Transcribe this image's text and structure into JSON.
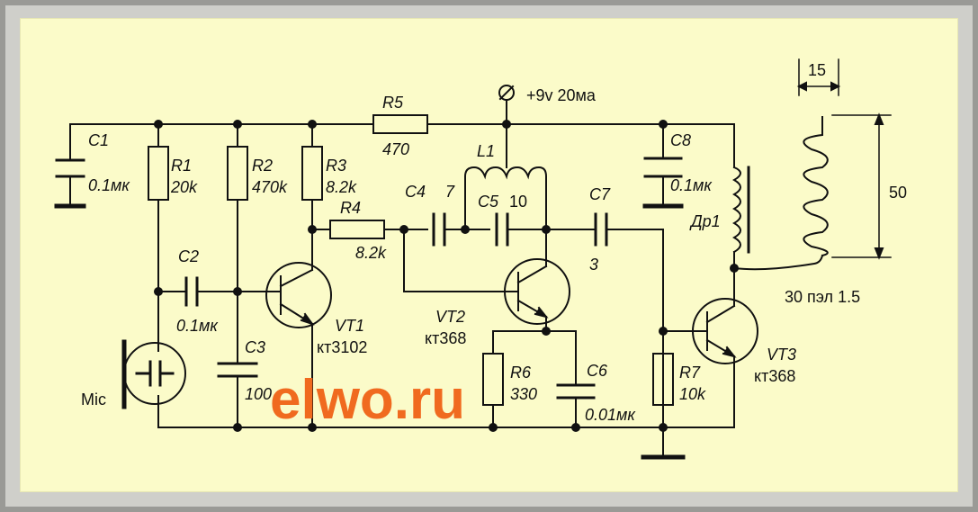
{
  "supply": "+9v 20ма",
  "watermark": "elwo.ru",
  "components": {
    "C1": {
      "name": "C1",
      "value": "0.1мк"
    },
    "R1": {
      "name": "R1",
      "value": "20k"
    },
    "R2": {
      "name": "R2",
      "value": "470k"
    },
    "R3": {
      "name": "R3",
      "value": "8.2k"
    },
    "R4": {
      "name": "R4",
      "value": "8.2k"
    },
    "R5": {
      "name": "R5",
      "value": "470"
    },
    "R6": {
      "name": "R6",
      "value": "330"
    },
    "R7": {
      "name": "R7",
      "value": "10k"
    },
    "C2": {
      "name": "C2",
      "value": "0.1мк"
    },
    "C3": {
      "name": "C3",
      "value": "100"
    },
    "C4": {
      "name": "C4",
      "value": "7"
    },
    "C5": {
      "name": "C5",
      "value": "10"
    },
    "C6": {
      "name": "C6",
      "value": "0.01мк"
    },
    "C7": {
      "name": "C7",
      "value": "3"
    },
    "C8": {
      "name": "C8",
      "value": "0.1мк"
    },
    "L1": {
      "name": "L1"
    },
    "DR1": {
      "name": "Др1"
    },
    "VT1": {
      "name": "VT1",
      "type": "кт3102"
    },
    "VT2": {
      "name": "VT2",
      "type": "кт368"
    },
    "VT3": {
      "name": "VT3",
      "type": "кт368"
    },
    "MIC": {
      "name": "Mic"
    }
  },
  "coil": {
    "pitch": "15",
    "length": "50",
    "wire": "30 пэл 1.5"
  }
}
